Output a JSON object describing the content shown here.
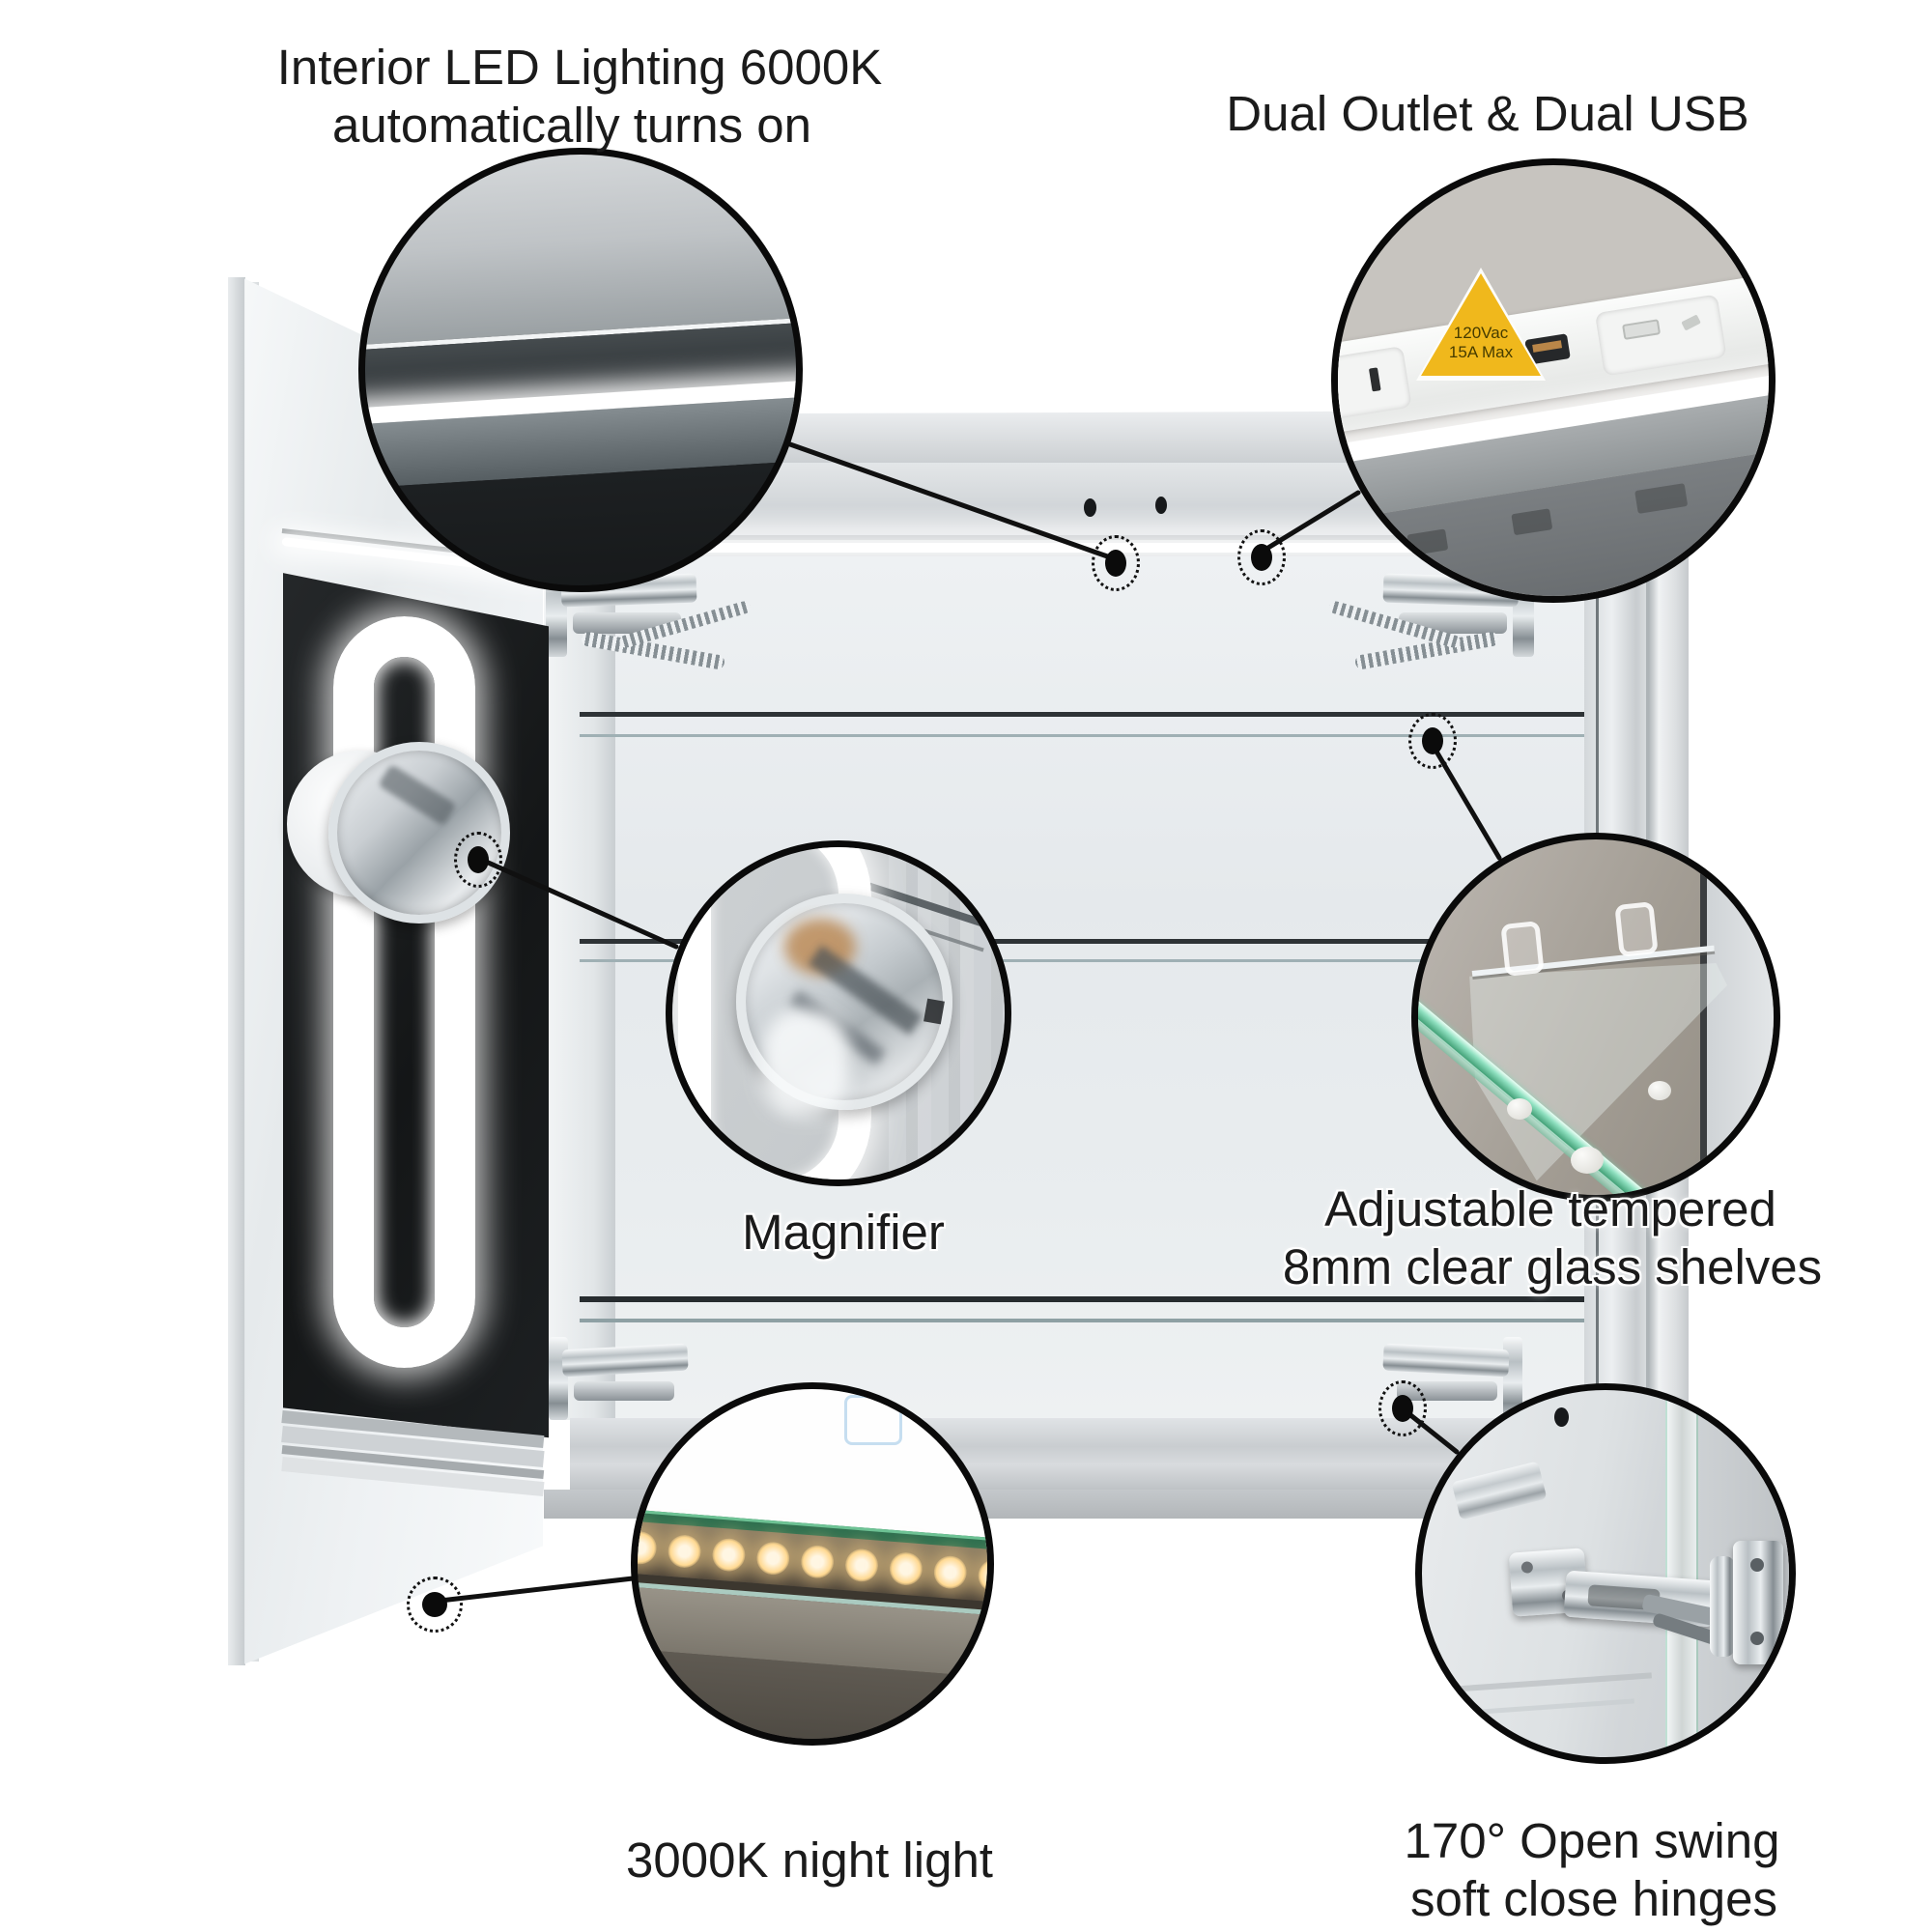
{
  "callout_labels": {
    "interior_led_line1": "Interior LED Lighting 6000K",
    "interior_led_line2": "automatically turns on",
    "dual_outlet": "Dual Outlet & Dual USB",
    "magnifier": "Magnifier",
    "shelves_line1": "Adjustable tempered",
    "shelves_line2": "8mm clear glass shelves",
    "night_light": "3000K night light",
    "hinges_line1": "170° Open swing",
    "hinges_line2": "soft close hinges"
  },
  "warning_triangle": {
    "line1": "120Vac",
    "line2": "15A Max"
  },
  "colors": {
    "background": "#ffffff",
    "text": "#1b1b1b",
    "callout_border": "#0a0a0a",
    "warning_yellow": "#f0b81c",
    "cool_led_white": "#ffffff",
    "warm_led": "#ffd98f",
    "glass_green": "#5fbf96"
  }
}
